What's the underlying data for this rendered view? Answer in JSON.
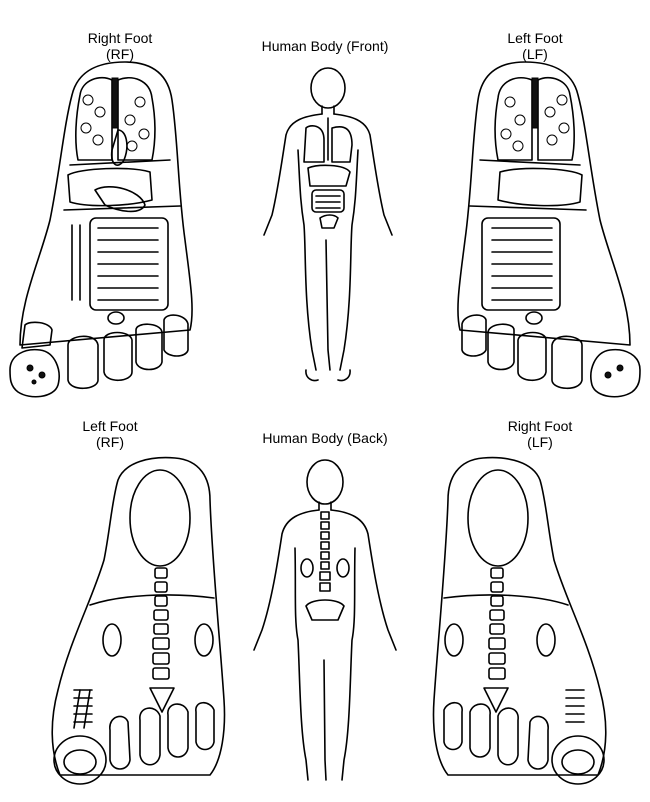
{
  "top_row": {
    "left": {
      "line1": "Right Foot",
      "line2": "(RF)"
    },
    "center": {
      "line1": "Human Body (Front)"
    },
    "right": {
      "line1": "Left Foot",
      "line2": "(LF)"
    }
  },
  "bottom_row": {
    "left": {
      "line1": "Left Foot",
      "line2": "(RF)"
    },
    "center": {
      "line1": "Human Body (Back)"
    },
    "right": {
      "line1": "Right Foot",
      "line2": "(LF)"
    }
  }
}
